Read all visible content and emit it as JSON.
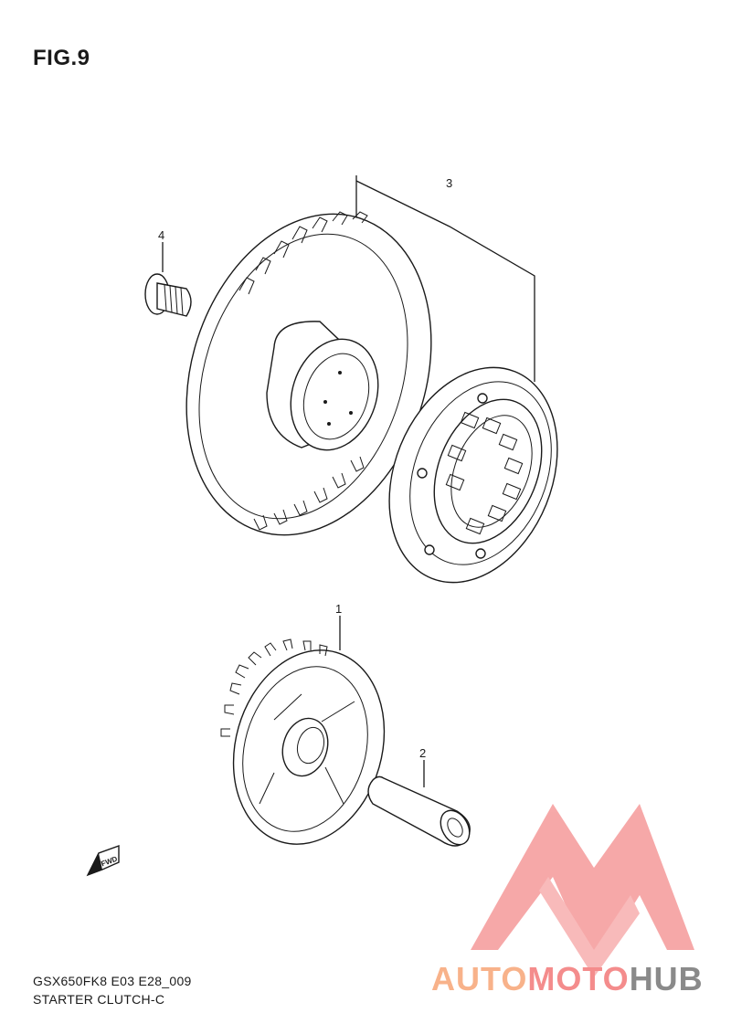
{
  "figure": {
    "title": "FIG.9"
  },
  "callouts": {
    "c1": "1",
    "c2": "2",
    "c3": "3",
    "c4": "4"
  },
  "fwd_label": "FWD",
  "footer": {
    "code": "GSX650FK8 E03 E28_009",
    "name": "STARTER CLUTCH-C"
  },
  "watermark": {
    "part1": "AUTO",
    "part2": "MOTO",
    "part3": "HUB",
    "colors": {
      "auto": "#f8b28a",
      "moto": "#f48c8c",
      "hub": "#8a8a8a",
      "logo": "#f48c8c"
    }
  },
  "icons": [
    "bolt-icon",
    "fwd-arrow-icon",
    "logo-mark-icon"
  ]
}
